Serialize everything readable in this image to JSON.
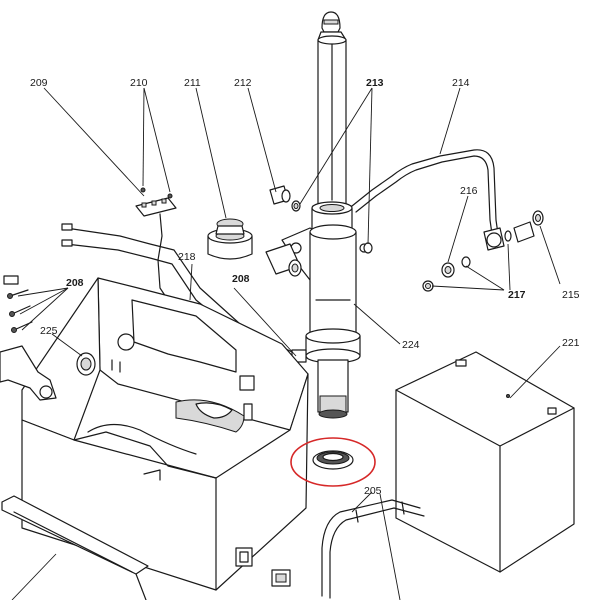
{
  "callouts": {
    "c209": "209",
    "c210": "210",
    "c211": "211",
    "c212": "212",
    "c213": "213",
    "c214": "214",
    "c216": "216",
    "c217": "217",
    "c215": "215",
    "c218": "218",
    "c208a": "208",
    "c208b": "208",
    "c225": "225",
    "c224": "224",
    "c221": "221",
    "c205": "205"
  },
  "colors": {
    "highlight": "#d62828",
    "line": "#1a1a1a"
  }
}
